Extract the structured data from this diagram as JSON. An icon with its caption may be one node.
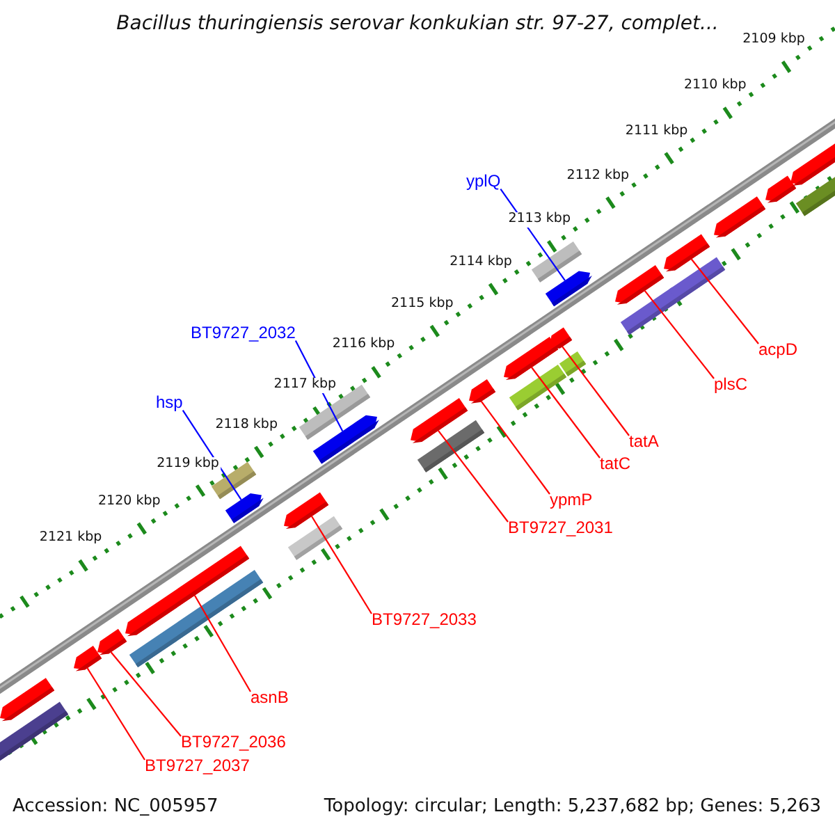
{
  "diagram": {
    "title": "Bacillus thuringiensis serovar konkukian str. 97-27, complet...",
    "nodes": [
      {
        "text": [
          "yplQ"
        ]
      },
      {
        "text": [
          "BT9727_2032"
        ]
      },
      {
        "text": [
          "hsp"
        ]
      },
      {
        "text": [
          "acpD"
        ]
      },
      {
        "text": [
          "plsC"
        ]
      },
      {
        "text": [
          "tatA"
        ]
      },
      {
        "text": [
          "tatC"
        ]
      },
      {
        "text": [
          "ypmP"
        ]
      },
      {
        "text": [
          "BT9727_2031"
        ]
      },
      {
        "text": [
          "BT9727_2033"
        ]
      },
      {
        "text": [
          "asnB"
        ]
      },
      {
        "text": [
          "BT9727_2036"
        ]
      },
      {
        "text": [
          "BT9727_2037"
        ]
      },
      {
        "text": [],
        "shape": "bar"
      },
      {
        "text": [],
        "shape": "arrow"
      },
      {
        "text": [],
        "shape": "arrow"
      },
      {
        "text": [],
        "shape": "arrow"
      },
      {
        "text": [],
        "shape": "arrow"
      },
      {
        "text": [],
        "shape": "bar"
      },
      {
        "text": [],
        "shape": "bar"
      },
      {
        "text": [],
        "shape": "arrow"
      },
      {
        "text": [],
        "shape": "arrow"
      },
      {
        "text": [],
        "shape": "bar"
      },
      {
        "text": [],
        "shape": "bar"
      },
      {
        "text": [],
        "shape": "arrow"
      },
      {
        "text": [],
        "shape": "arrow"
      },
      {
        "text": [],
        "shape": "bar"
      },
      {
        "text": [],
        "shape": "arrow"
      },
      {
        "text": [],
        "shape": "arrow"
      },
      {
        "text": [],
        "shape": "bar"
      },
      {
        "text": [],
        "shape": "bar"
      },
      {
        "text": [],
        "shape": "arrow"
      },
      {
        "text": [],
        "shape": "arrow"
      },
      {
        "text": [],
        "shape": "bar"
      },
      {
        "text": [],
        "shape": "arrow"
      },
      {
        "text": [],
        "shape": "bar"
      },
      {
        "text": [],
        "shape": "arrow"
      },
      {
        "text": [],
        "shape": "bar"
      },
      {
        "text": [],
        "shape": "arrow"
      },
      {
        "text": [],
        "shape": "arrow"
      },
      {
        "text": [],
        "shape": "arrow"
      },
      {
        "text": [],
        "shape": "bar"
      }
    ],
    "edges": [
      {
        "from": 0,
        "to": 32,
        "arrow": "none",
        "color": "#0000ff"
      },
      {
        "from": 1,
        "to": 24,
        "arrow": "none",
        "color": "#0000ff"
      },
      {
        "from": 2,
        "to": 20,
        "arrow": "none",
        "color": "#0000ff"
      },
      {
        "from": 3,
        "to": 36,
        "arrow": "none"
      },
      {
        "from": 4,
        "to": 34,
        "arrow": "none"
      },
      {
        "from": 5,
        "to": 31,
        "arrow": "none"
      },
      {
        "from": 6,
        "to": 28,
        "arrow": "none"
      },
      {
        "from": 7,
        "to": 27,
        "arrow": "none"
      },
      {
        "from": 8,
        "to": 25,
        "arrow": "none"
      },
      {
        "from": 9,
        "to": 21,
        "arrow": "none"
      },
      {
        "from": 10,
        "to": 17,
        "arrow": "none"
      },
      {
        "from": 11,
        "to": 16,
        "arrow": "none"
      },
      {
        "from": 12,
        "to": 15,
        "arrow": "none"
      }
    ],
    "labels": [
      "2109 kbp",
      "2110 kbp",
      "2111 kbp",
      "2112 kbp",
      "2113 kbp",
      "2114 kbp",
      "2115 kbp",
      "2116 kbp",
      "2117 kbp",
      "2118 kbp",
      "2119 kbp",
      "2120 kbp",
      "2121 kbp",
      "Accession: NC_005957",
      "Topology: circular; Length: 5,237,682 bp; Genes: 5,263"
    ]
  }
}
